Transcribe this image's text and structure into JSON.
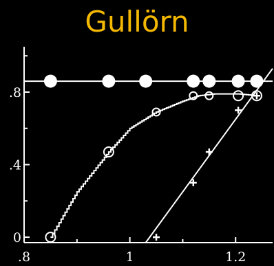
{
  "chart_data": {
    "type": "scatter",
    "title": "Gullörn",
    "xlabel": "",
    "ylabel": "",
    "xlim": [
      0.8,
      1.27
    ],
    "ylim": [
      -0.03,
      1.05
    ],
    "x_ticks": [
      ".8",
      "1",
      "1.2"
    ],
    "y_ticks": [
      "0",
      ".4",
      ".8"
    ],
    "series": [
      {
        "marker": "filled-circle",
        "x": [
          0.85,
          0.96,
          1.03,
          1.12,
          1.15,
          1.205,
          1.24
        ],
        "y": [
          0.86,
          0.86,
          0.86,
          0.86,
          0.86,
          0.86,
          0.86
        ]
      },
      {
        "marker": "open-circle",
        "x": [
          0.85,
          0.96,
          1.05,
          1.12,
          1.15,
          1.205,
          1.24
        ],
        "y": [
          0.0,
          0.47,
          0.69,
          0.78,
          0.78,
          0.78,
          0.78
        ]
      },
      {
        "marker": "plus",
        "x": [
          1.05,
          1.12,
          1.15,
          1.205,
          1.24
        ],
        "y": [
          0.0,
          0.3,
          0.47,
          0.7,
          0.78
        ]
      }
    ],
    "lines": [
      {
        "style": "horizontal",
        "x": [
          0.8,
          1.27
        ],
        "y": [
          0.86,
          0.86
        ]
      },
      {
        "style": "step-curve",
        "x": [
          0.85,
          0.87,
          0.9,
          0.96,
          1.0,
          1.05,
          1.1,
          1.13,
          1.16,
          1.205,
          1.24
        ],
        "y": [
          0.0,
          0.1,
          0.25,
          0.47,
          0.6,
          0.69,
          0.75,
          0.78,
          0.79,
          0.79,
          0.78
        ]
      },
      {
        "style": "straight",
        "x": [
          1.03,
          1.27
        ],
        "y": [
          -0.03,
          0.93
        ]
      }
    ]
  }
}
